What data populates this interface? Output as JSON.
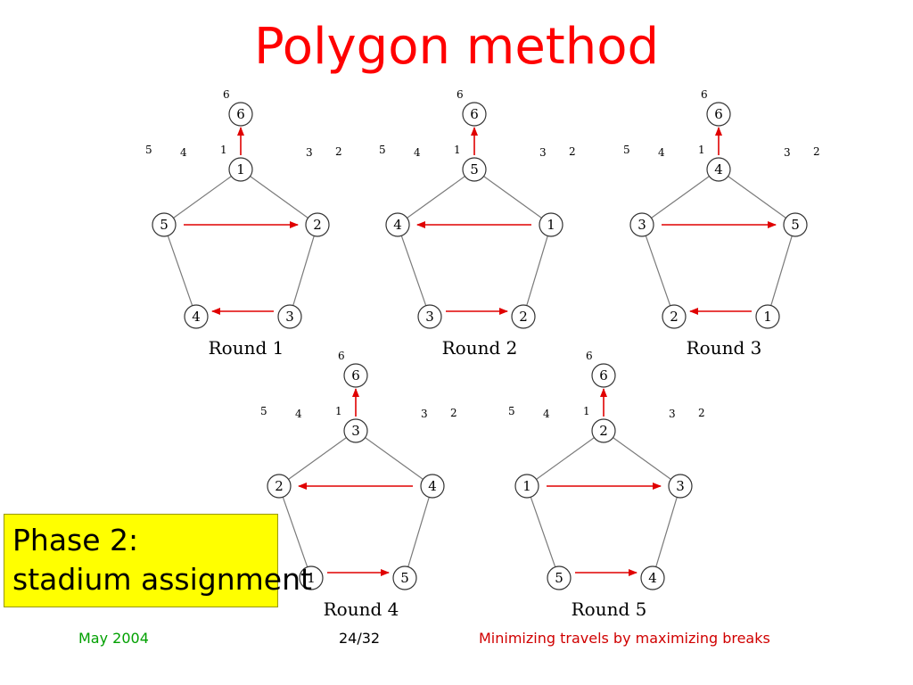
{
  "slide": {
    "title": "Polygon method",
    "phase_line1": "Phase 2:",
    "phase_line2": "stadium assignment",
    "footer_date": "May 2004",
    "footer_page": "24/32",
    "footer_caption": "Minimizing travels by maximizing breaks"
  },
  "diagram": {
    "position_labels": [
      "6",
      "1",
      "2",
      "3",
      "4",
      "5"
    ],
    "rounds": [
      {
        "label": "Round 1",
        "nodes": [
          "6",
          "1",
          "2",
          "3",
          "4",
          "5"
        ],
        "arrows": [
          [
            "1",
            "6"
          ],
          [
            "5",
            "2"
          ],
          [
            "3",
            "4"
          ]
        ]
      },
      {
        "label": "Round 2",
        "nodes": [
          "6",
          "5",
          "1",
          "2",
          "3",
          "4"
        ],
        "arrows": [
          [
            "5",
            "6"
          ],
          [
            "1",
            "4"
          ],
          [
            "3",
            "2"
          ]
        ]
      },
      {
        "label": "Round 3",
        "nodes": [
          "6",
          "4",
          "5",
          "1",
          "2",
          "3"
        ],
        "arrows": [
          [
            "4",
            "6"
          ],
          [
            "3",
            "5"
          ],
          [
            "1",
            "2"
          ]
        ]
      },
      {
        "label": "Round 4",
        "nodes": [
          "6",
          "3",
          "4",
          "5",
          "1",
          "2"
        ],
        "arrows": [
          [
            "3",
            "6"
          ],
          [
            "4",
            "2"
          ],
          [
            "1",
            "5"
          ]
        ]
      },
      {
        "label": "Round 5",
        "nodes": [
          "6",
          "2",
          "3",
          "4",
          "5",
          "1"
        ],
        "arrows": [
          [
            "2",
            "6"
          ],
          [
            "1",
            "3"
          ],
          [
            "5",
            "4"
          ]
        ]
      }
    ],
    "colors": {
      "arrow": "#e00000",
      "title": "#ff0000",
      "phase_box": "#ffff00",
      "footer_date": "#00a000",
      "footer_caption": "#d00000"
    }
  }
}
